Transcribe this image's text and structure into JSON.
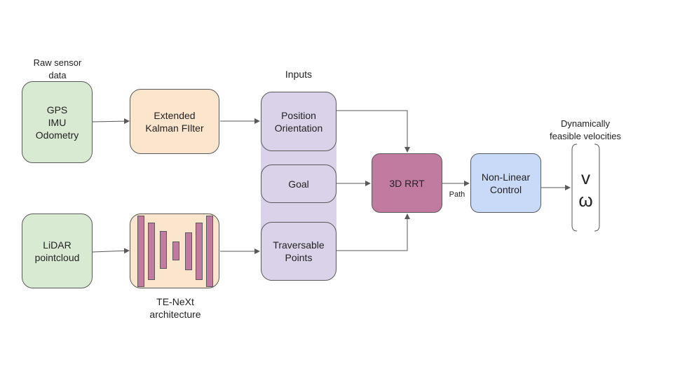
{
  "labels": {
    "raw_sensor": [
      "Raw sensor",
      "data"
    ],
    "inputs": "Inputs",
    "dynamic_vel": [
      "Dynamically",
      "feasible velocities"
    ],
    "architecture": [
      "TE-NeXt",
      "architecture"
    ],
    "path": "Path"
  },
  "nodes": {
    "sensors": [
      "GPS",
      "IMU",
      "Odometry"
    ],
    "ekf": [
      "Extended",
      "Kalman FIlter"
    ],
    "lidar": [
      "LiDAR",
      "pointcloud"
    ],
    "position": [
      "Position",
      "Orientation"
    ],
    "goal": [
      "Goal"
    ],
    "traversable": [
      "Traversable",
      "Points"
    ],
    "rrt": [
      "3D RRT"
    ],
    "control": [
      "Non-Linear",
      "Control"
    ]
  },
  "velocities": [
    "v",
    "ω"
  ],
  "colors": {
    "green": "#d9ead3",
    "orange": "#fce5cd",
    "purple": "#d9d2e9",
    "magenta": "#c27ba0",
    "blue": "#c9daf8",
    "edge": "#595959"
  }
}
